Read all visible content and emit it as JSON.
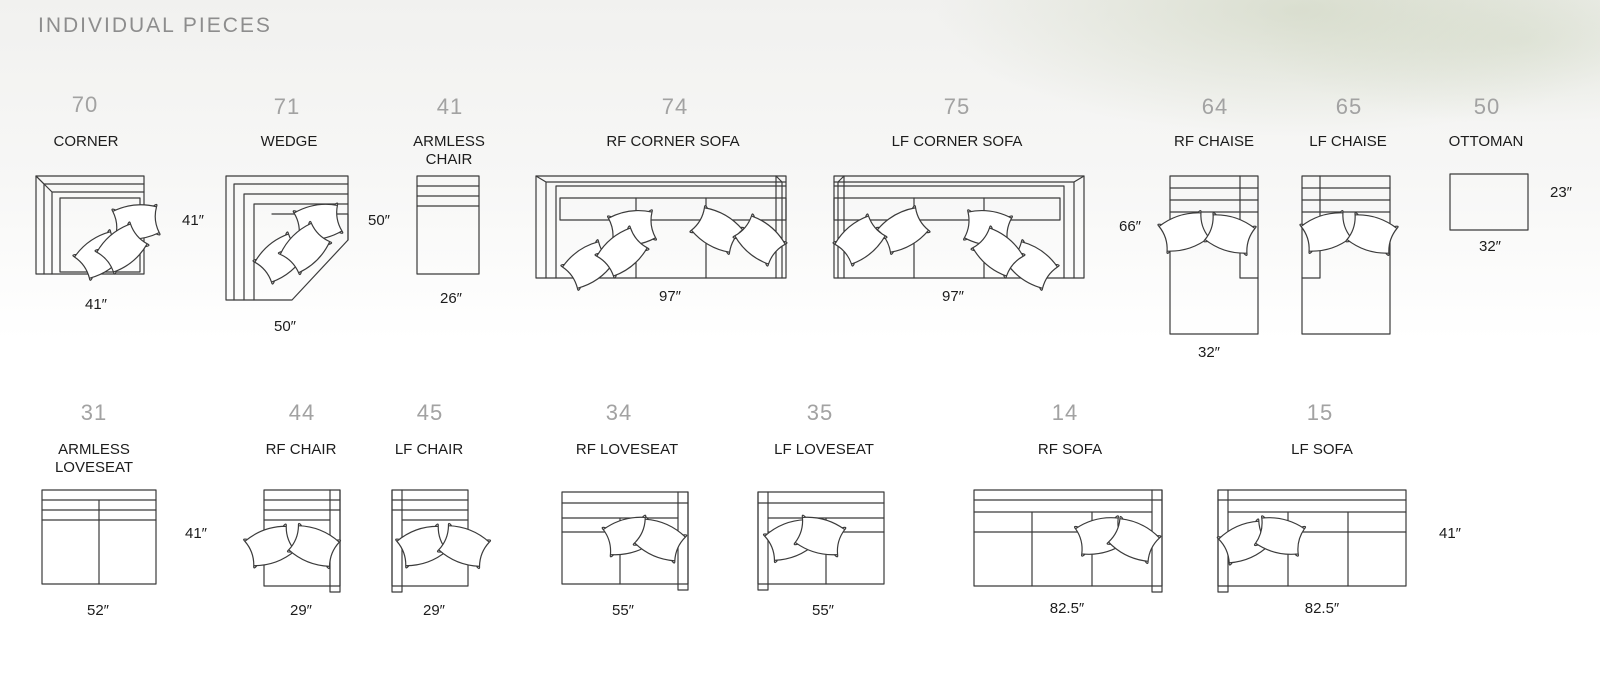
{
  "section_title": "INDIVIDUAL PIECES",
  "colors": {
    "line": "#3b3b3b",
    "number": "#a2a2a2",
    "title": "#8d8d8d"
  },
  "pieces": [
    {
      "id": "corner",
      "number": "70",
      "name": "CORNER",
      "width_label": "41″",
      "depth_label": "41″"
    },
    {
      "id": "wedge",
      "number": "71",
      "name": "WEDGE",
      "width_label": "50″",
      "depth_label": "50″"
    },
    {
      "id": "armless-chair",
      "number": "41",
      "name": "ARMLESS\nCHAIR",
      "width_label": "26″"
    },
    {
      "id": "rf-corner-sofa",
      "number": "74",
      "name": "RF CORNER SOFA",
      "width_label": "97″"
    },
    {
      "id": "lf-corner-sofa",
      "number": "75",
      "name": "LF CORNER SOFA",
      "width_label": "97″"
    },
    {
      "id": "rf-chaise",
      "number": "64",
      "name": "RF CHAISE",
      "width_label": "32″",
      "depth_label": "66″"
    },
    {
      "id": "lf-chaise",
      "number": "65",
      "name": "LF CHAISE"
    },
    {
      "id": "ottoman",
      "number": "50",
      "name": "OTTOMAN",
      "width_label": "32″",
      "depth_label": "23″"
    },
    {
      "id": "armless-loveseat",
      "number": "31",
      "name": "ARMLESS\nLOVESEAT",
      "width_label": "52″",
      "depth_label": "41″"
    },
    {
      "id": "rf-chair",
      "number": "44",
      "name": "RF CHAIR",
      "width_label": "29″"
    },
    {
      "id": "lf-chair",
      "number": "45",
      "name": "LF CHAIR",
      "width_label": "29″"
    },
    {
      "id": "rf-loveseat",
      "number": "34",
      "name": "RF LOVESEAT",
      "width_label": "55″"
    },
    {
      "id": "lf-loveseat",
      "number": "35",
      "name": "LF LOVESEAT",
      "width_label": "55″"
    },
    {
      "id": "rf-sofa",
      "number": "14",
      "name": "RF SOFA",
      "width_label": "82.5″"
    },
    {
      "id": "lf-sofa",
      "number": "15",
      "name": "LF SOFA",
      "width_label": "82.5″",
      "depth_label": "41″"
    }
  ]
}
